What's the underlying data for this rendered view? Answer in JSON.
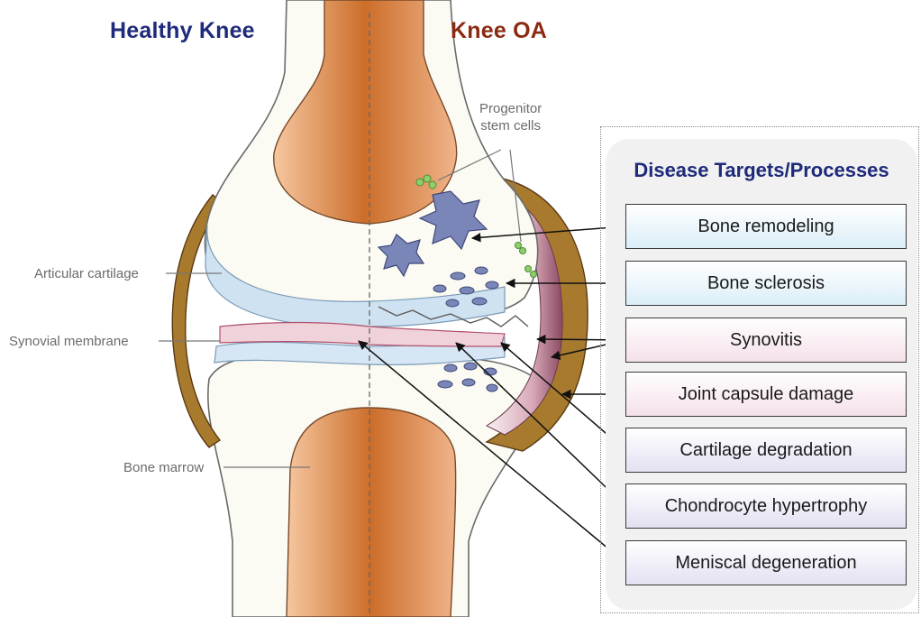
{
  "headings": {
    "left": "Healthy  Knee",
    "right": "Knee OA"
  },
  "labels": {
    "articular_cartilage": "Articular cartilage",
    "synovial_membrane": "Synovial membrane",
    "bone_marrow": "Bone marrow",
    "progenitor_line1": "Progenitor",
    "progenitor_line2": "stem cells"
  },
  "panel": {
    "title": "Disease Targets/Processes",
    "targets": [
      "Bone remodeling",
      "Bone sclerosis",
      "Synovitis",
      "Joint capsule damage",
      "Cartilage degradation",
      "Chondrocyte hypertrophy",
      "Meniscal degeneration"
    ]
  },
  "colors": {
    "heading_healthy": "#1e2a7a",
    "heading_oa": "#8b2a12",
    "bone_marrow": "#cc6e2a",
    "bone": "#fbfbf3",
    "cartilage": "#cfe2f1",
    "synovium": "#f0d2da",
    "capsule": "#a87a2e",
    "osteo_cells": "#7b86b8",
    "stem_cells": "#8fcf6b"
  }
}
